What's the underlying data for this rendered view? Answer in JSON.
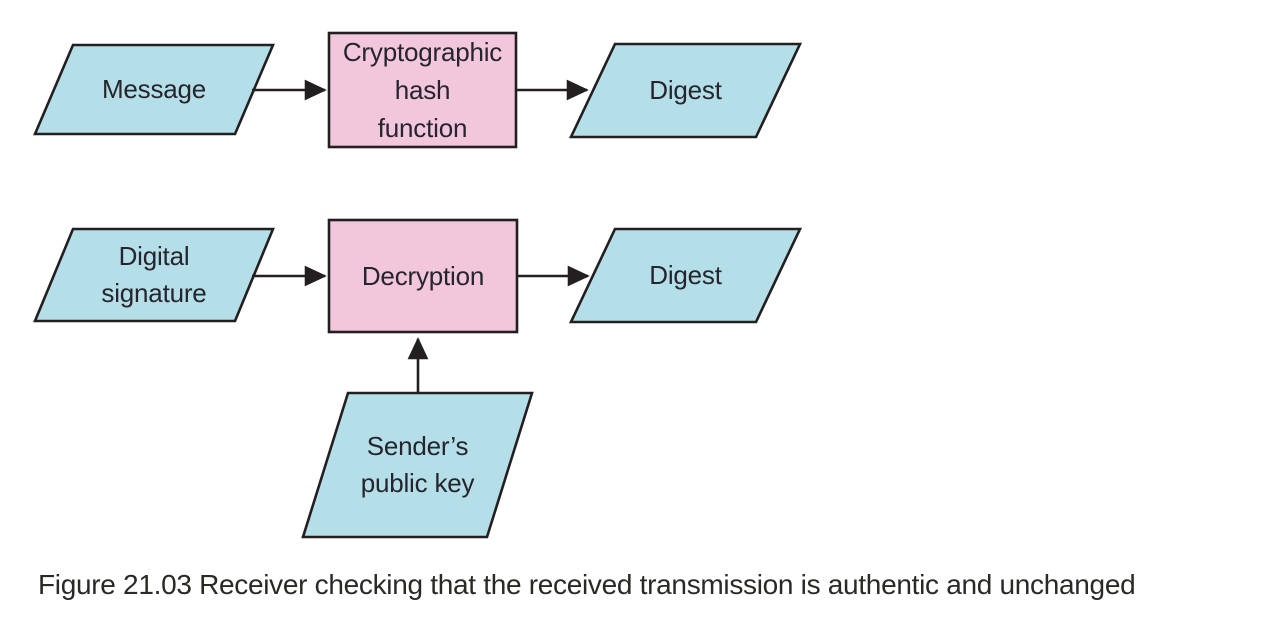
{
  "figure": {
    "caption": "Figure 21.03 Receiver checking that the received transmission is authentic and unchanged"
  },
  "nodes": {
    "message": {
      "label": "Message",
      "shape": "parallelogram-data"
    },
    "hash": {
      "lines": [
        "Cryptographic",
        "hash",
        "function"
      ],
      "shape": "process-box"
    },
    "digest_top": {
      "label": "Digest",
      "shape": "parallelogram-data"
    },
    "digital_signature": {
      "lines": [
        "Digital",
        "signature"
      ],
      "shape": "parallelogram-data"
    },
    "decryption": {
      "label": "Decryption",
      "shape": "process-box"
    },
    "digest_middle": {
      "label": "Digest",
      "shape": "parallelogram-data"
    },
    "sender_public_key": {
      "lines": [
        "Sender’s",
        "public key"
      ],
      "shape": "parallelogram-data"
    }
  },
  "edges": [
    {
      "from": "message",
      "to": "hash"
    },
    {
      "from": "hash",
      "to": "digest_top"
    },
    {
      "from": "digital_signature",
      "to": "decryption"
    },
    {
      "from": "decryption",
      "to": "digest_middle"
    },
    {
      "from": "sender_public_key",
      "to": "decryption"
    }
  ],
  "colors": {
    "input-fill": "#b4dfe9",
    "process-fill": "#f2c7db",
    "stroke": "#231f20",
    "text": "#26242c",
    "caption-text": "#2b2926"
  }
}
